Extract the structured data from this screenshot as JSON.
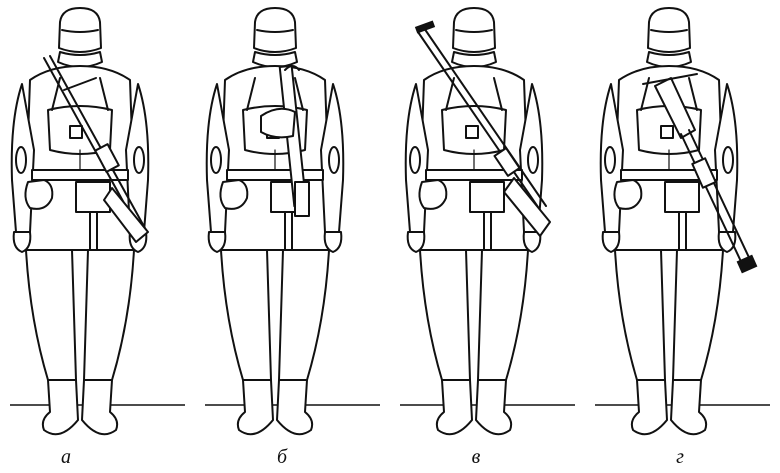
{
  "figures": [
    {
      "id": "a",
      "label": "а",
      "weapon": "slung-diagonal-right"
    },
    {
      "id": "b",
      "label": "б",
      "weapon": "slung-vertical-right"
    },
    {
      "id": "v",
      "label": "в",
      "weapon": "slung-barrel-up-left"
    },
    {
      "id": "g",
      "label": "г",
      "weapon": "slung-barrel-down-right"
    }
  ]
}
